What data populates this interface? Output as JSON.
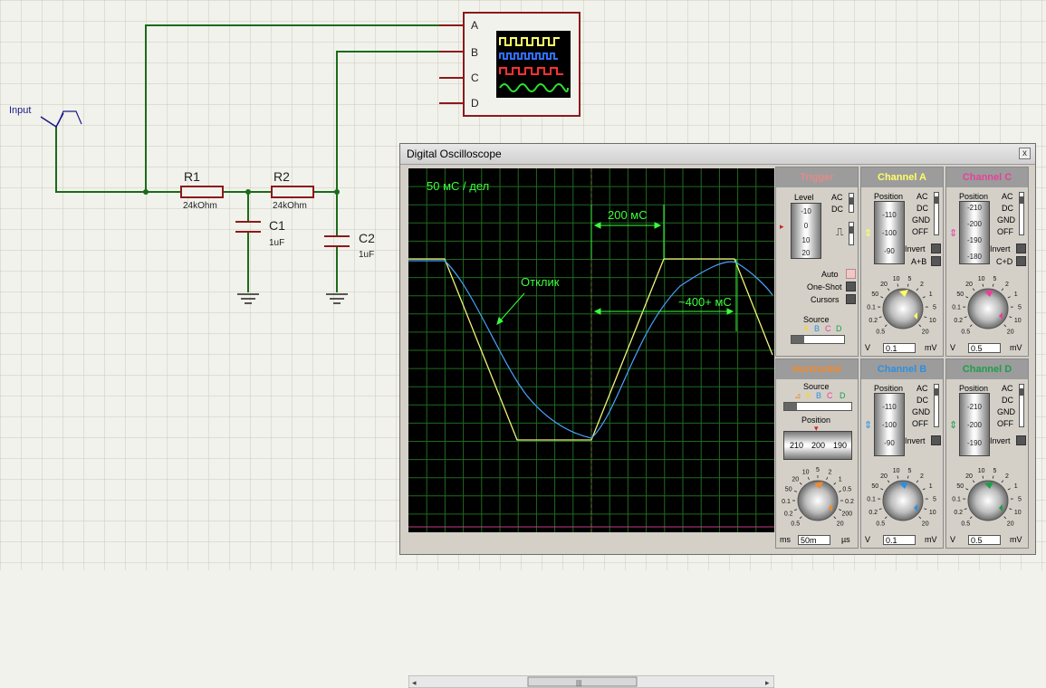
{
  "schematic": {
    "input_label": "Input",
    "r1": {
      "name": "R1",
      "value": "24kOhm"
    },
    "r2": {
      "name": "R2",
      "value": "24kOhm"
    },
    "c1": {
      "name": "C1",
      "value": "1uF"
    },
    "c2": {
      "name": "C2",
      "value": "1uF"
    },
    "scope_pins": [
      "A",
      "B",
      "C",
      "D"
    ]
  },
  "window": {
    "title": "Digital Oscilloscope",
    "close_glyph": "x"
  },
  "screen": {
    "scale_text": "50 мС / дел",
    "annot_200": "200 мС",
    "annot_400": "~400+ мС",
    "annot_response": "Отклик",
    "colors": {
      "input": "#f3f37a",
      "response": "#4aa3ff",
      "annot": "#3cff3c",
      "grid": "#1f6b1f"
    }
  },
  "scroll": {
    "thumb_glyph": "|||"
  },
  "trigger": {
    "title": "Trigger",
    "level_label": "Level",
    "ticks": [
      "-10",
      "0",
      "10",
      "20"
    ],
    "ac": "AC",
    "dc": "DC",
    "auto": "Auto",
    "one_shot": "One-Shot",
    "cursors": "Cursors",
    "source_label": "Source",
    "source_letters": [
      "A",
      "B",
      "C",
      "D"
    ]
  },
  "channel_a": {
    "title": "Channel A",
    "color": "#ffff66",
    "position_label": "Position",
    "ticks": [
      "-110",
      "-100",
      "-90"
    ],
    "ac": "AC",
    "dc": "DC",
    "gnd": "GND",
    "off": "OFF",
    "invert": "Invert",
    "combine": "A+B",
    "knob_scale": [
      "0.5",
      "0.2",
      "0.1",
      "50",
      "20",
      "10",
      "5",
      "2",
      "1",
      "5",
      "10",
      "20"
    ],
    "unit_left": "V",
    "value": "0.1",
    "unit_right": "mV"
  },
  "channel_c": {
    "title": "Channel C",
    "color": "#e8409a",
    "position_label": "Position",
    "ticks": [
      "-210",
      "-200",
      "-190",
      "-180"
    ],
    "ac": "AC",
    "dc": "DC",
    "gnd": "GND",
    "off": "OFF",
    "invert": "Invert",
    "combine": "C+D",
    "knob_scale": [
      "0.5",
      "0.2",
      "0.1",
      "50",
      "20",
      "10",
      "5",
      "2",
      "1",
      "5",
      "10",
      "20"
    ],
    "unit_left": "V",
    "value": "0.5",
    "unit_right": "mV"
  },
  "horizontal": {
    "title": "Horizontal",
    "color": "#f08a2c",
    "source_label": "Source",
    "source_letters": [
      "A",
      "B",
      "C",
      "D"
    ],
    "position_label": "Position",
    "ticks": [
      "210",
      "200",
      "190"
    ],
    "knob_scale": [
      "0.5",
      "0.2",
      "0.1",
      "50",
      "20",
      "10",
      "5",
      "2",
      "1",
      "0.5",
      "0.2",
      "200",
      "20"
    ],
    "unit_left": "ms",
    "value": "50m",
    "unit_right": "µs"
  },
  "channel_b": {
    "title": "Channel B",
    "color": "#2f8fe0",
    "position_label": "Position",
    "ticks": [
      "-110",
      "-100",
      "-90"
    ],
    "ac": "AC",
    "dc": "DC",
    "gnd": "GND",
    "off": "OFF",
    "invert": "Invert",
    "knob_scale": [
      "0.5",
      "0.2",
      "0.1",
      "50",
      "20",
      "10",
      "5",
      "2",
      "1",
      "5",
      "10",
      "20"
    ],
    "unit_left": "V",
    "value": "0.1",
    "unit_right": "mV"
  },
  "channel_d": {
    "title": "Channel D",
    "color": "#1d9e4a",
    "position_label": "Position",
    "ticks": [
      "-210",
      "-200",
      "-190"
    ],
    "ac": "AC",
    "dc": "DC",
    "gnd": "GND",
    "off": "OFF",
    "invert": "Invert",
    "knob_scale": [
      "0.5",
      "0.2",
      "0.1",
      "50",
      "20",
      "10",
      "5",
      "2",
      "1",
      "5",
      "10",
      "20"
    ],
    "unit_left": "V",
    "value": "0.5",
    "unit_right": "mV"
  }
}
